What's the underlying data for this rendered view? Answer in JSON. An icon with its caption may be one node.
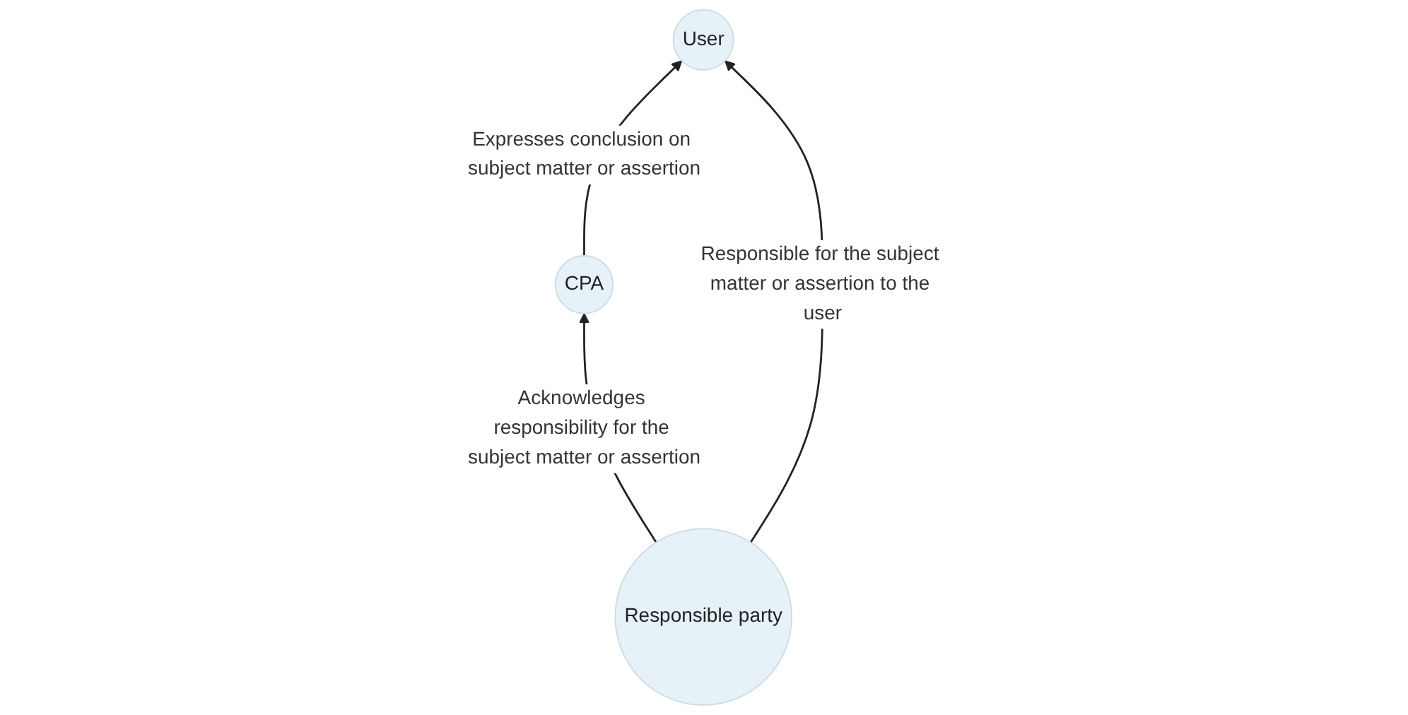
{
  "diagram": {
    "nodes": [
      {
        "text": [
          "User"
        ]
      },
      {
        "text": [
          "CPA"
        ]
      },
      {
        "text": [
          "Responsible party"
        ]
      }
    ],
    "edges": [
      {
        "from": 1,
        "to": 0,
        "arrow": "to",
        "label": "Expresses conclusion on subject matter or assertion"
      },
      {
        "from": 2,
        "to": 0,
        "arrow": "to",
        "label": "Responsible for the subject matter or assertion to the user"
      },
      {
        "from": 2,
        "to": 1,
        "arrow": "to",
        "label": "Acknowledges responsibility for the subject matter or assertion"
      }
    ]
  }
}
